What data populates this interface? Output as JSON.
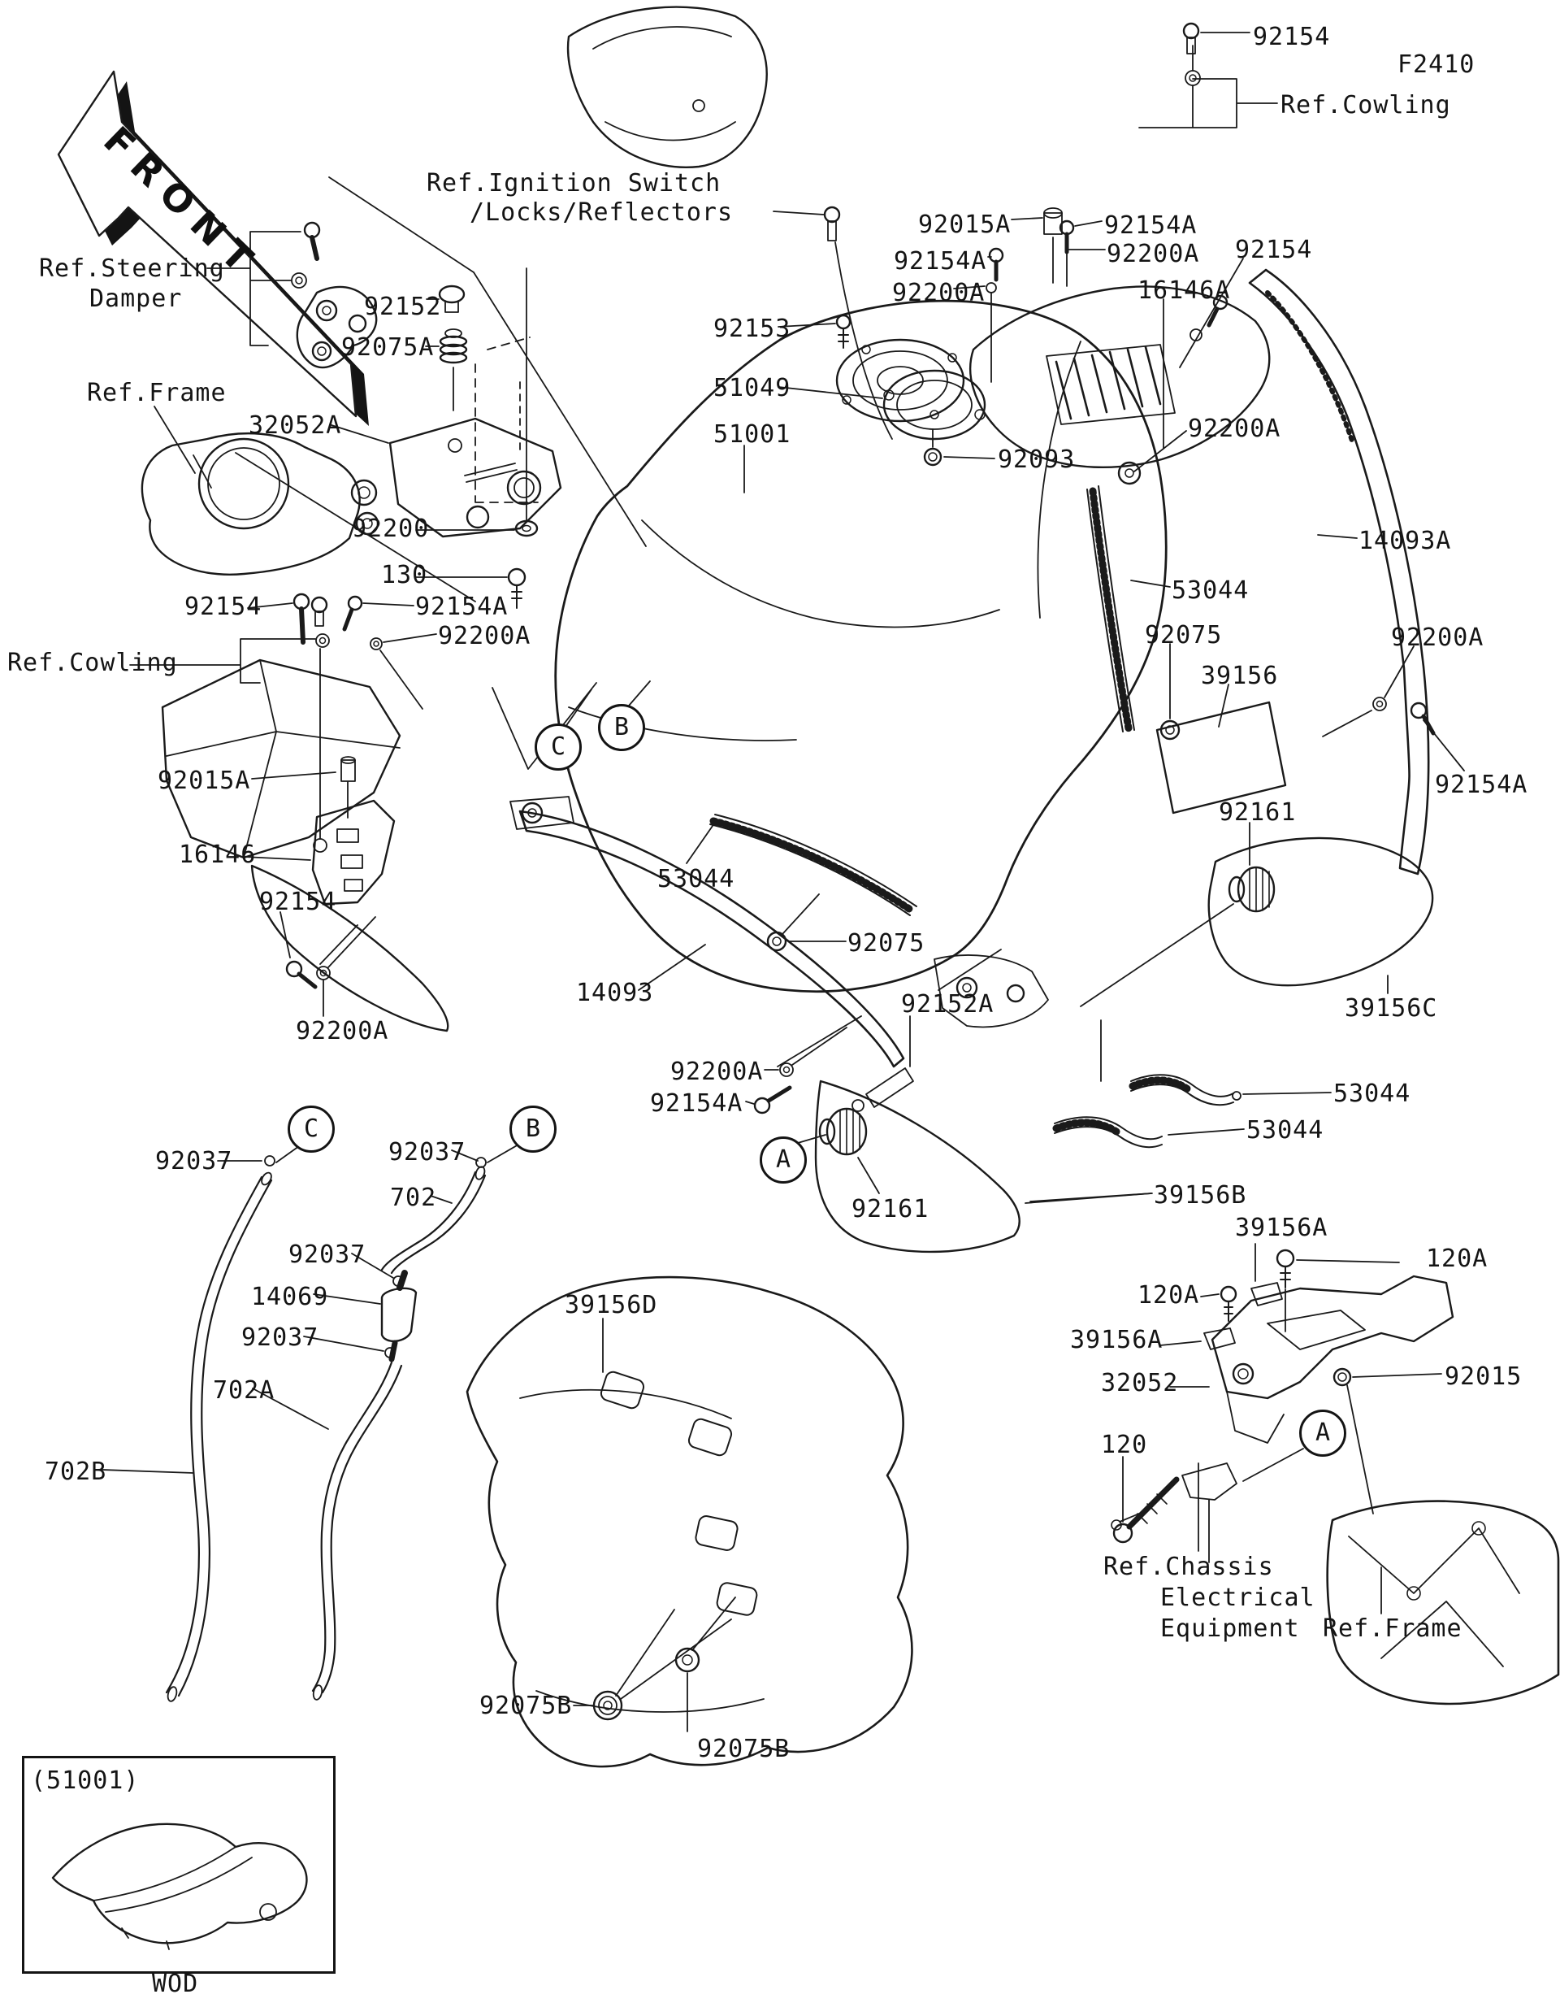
{
  "diagram": {
    "code": "F2410",
    "front_marker": "FRONT",
    "footer_code": "WOD",
    "inset_caption": "(51001)",
    "line_color": "#1a1a1a",
    "background": "#ffffff"
  },
  "callouts": {
    "a": "A",
    "b": "B",
    "c": "C"
  },
  "labels": [
    "92154",
    "Ref.Cowling",
    "Ref.Ignition Switch",
    "/Locks/Reflectors",
    "Ref.Steering",
    "Damper",
    "92152",
    "92075A",
    "Ref.Frame",
    "32052A",
    "92200",
    "130",
    "92154",
    "92154A",
    "92200A",
    "Ref.Cowling",
    "92015A",
    "16146",
    "92154",
    "92200A",
    "92153",
    "51049",
    "51001",
    "92015A",
    "92154A",
    "92154A",
    "92200A",
    "92200A",
    "16146A",
    "92154",
    "92200A",
    "92093",
    "14093A",
    "53044",
    "92075",
    "39156",
    "92200A",
    "92154A",
    "92161",
    "39156C",
    "53044",
    "92075",
    "14093",
    "92152A",
    "92200A",
    "92154A",
    "92161",
    "53044",
    "53044",
    "39156B",
    "39156A",
    "120A",
    "120A",
    "39156A",
    "32052",
    "92015",
    "120",
    "Ref.Chassis",
    "Electrical",
    "Equipment",
    "Ref.Frame",
    "92037",
    "92037",
    "702",
    "92037",
    "14069",
    "92037",
    "702A",
    "702B",
    "39156D",
    "92075B",
    "92075B"
  ]
}
